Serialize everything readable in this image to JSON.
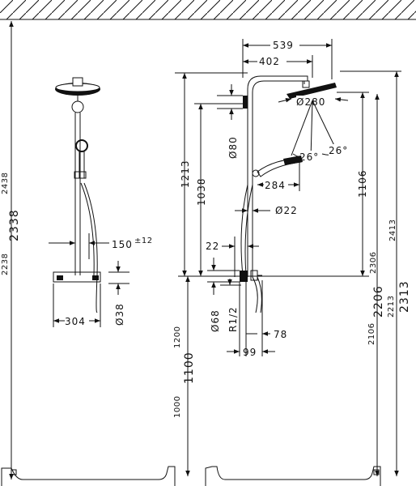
{
  "colors": {
    "ink": "#111111",
    "paper": "#ffffff"
  },
  "left_view": {
    "vertical_dims": {
      "top": "2438",
      "main": "2338",
      "bottom": "2238"
    },
    "spacing": "150",
    "spacing_tolerance": "±12",
    "pipe_diameter": "Ø38",
    "width": "304"
  },
  "right_view": {
    "top_dims": {
      "overall": "539",
      "arm": "402"
    },
    "head_diameter": "Ø280",
    "angle_1": "26°",
    "angle_2": "26°",
    "holder_diameter": "Ø80",
    "hand_offset": "284",
    "rail_diameter": "Ø22",
    "gap": "22",
    "height_1213": "1213",
    "height_1038": "1038",
    "height_1106": "1106",
    "height_2306": "2306",
    "height_2413": "2413",
    "height_2313": "2313",
    "height_2206": "2206",
    "height_2213": "2213",
    "height_2106": "2106",
    "inlet_diameter": "Ø68",
    "thread": "R1/2",
    "depth_78": "78",
    "depth_99": "99",
    "mount_1200": "1200",
    "mount_1100": "1100",
    "mount_1000": "1000"
  }
}
